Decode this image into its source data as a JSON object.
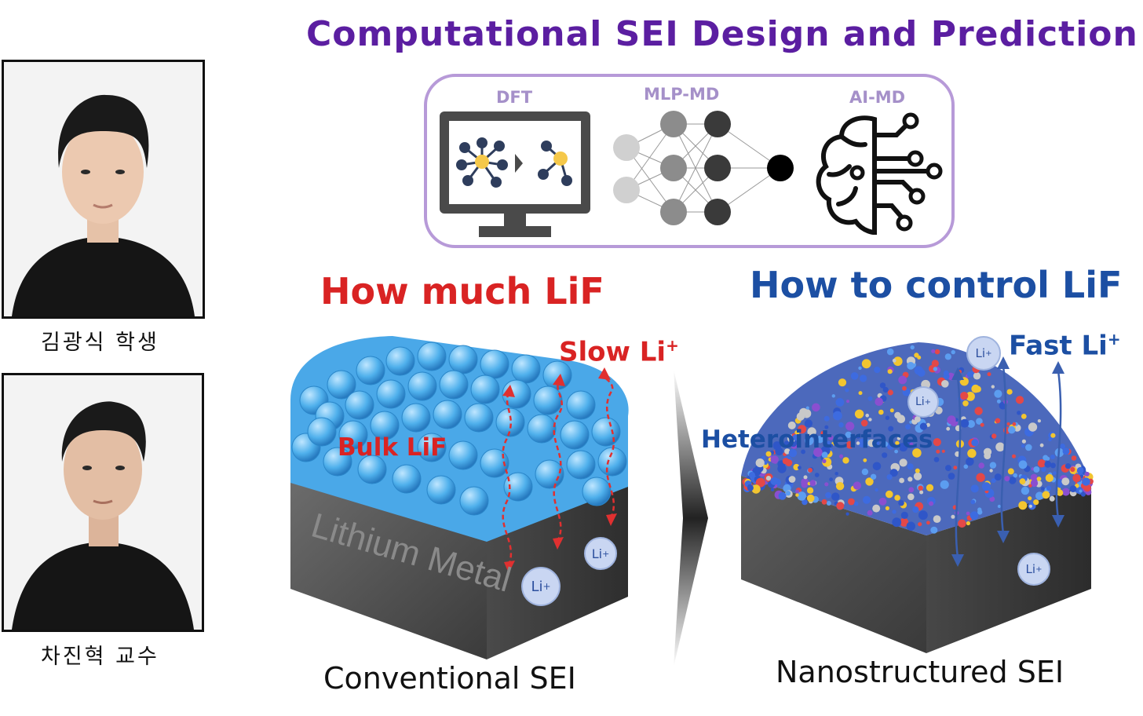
{
  "title": "Computational SEI Design and Prediction",
  "methods": {
    "dft": "DFT",
    "mlp_md": "MLP-MD",
    "ai_md": "AI-MD"
  },
  "people": [
    {
      "caption": "김광식 학생"
    },
    {
      "caption": "차진혁 교수"
    }
  ],
  "left_panel": {
    "question": "How much LiF",
    "bulk_label": "Bulk LiF",
    "slow_label": "Slow Li",
    "metal_label": "Lithium Metal",
    "bottom_label": "Conventional SEI"
  },
  "right_panel": {
    "question": "How to control LiF",
    "fast_label": "Fast Li",
    "hetero_label": "Heterointerfaces",
    "bottom_label": "Nanostructured SEI"
  },
  "ion": {
    "base": "Li",
    "charge": "+"
  },
  "colors": {
    "title": "#5b1ea1",
    "red": "#d92323",
    "blue": "#1c4fa3",
    "panel_border": "#b79ad8"
  }
}
